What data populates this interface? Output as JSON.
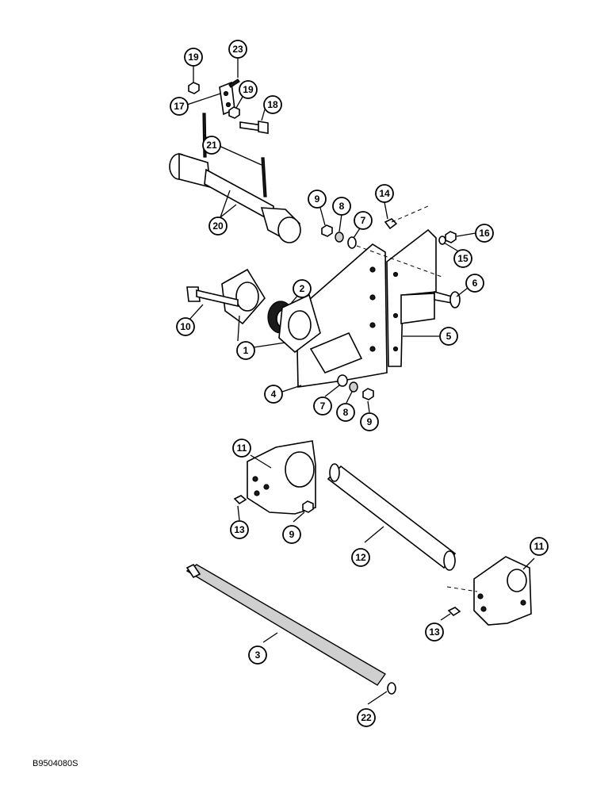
{
  "reference_code": "B9504080S",
  "callouts": [
    {
      "id": "19a",
      "label": "19"
    },
    {
      "id": "23",
      "label": "23"
    },
    {
      "id": "19b",
      "label": "19"
    },
    {
      "id": "17",
      "label": "17"
    },
    {
      "id": "18",
      "label": "18"
    },
    {
      "id": "21",
      "label": "21"
    },
    {
      "id": "20",
      "label": "20"
    },
    {
      "id": "9a",
      "label": "9"
    },
    {
      "id": "8a",
      "label": "8"
    },
    {
      "id": "7a",
      "label": "7"
    },
    {
      "id": "14",
      "label": "14"
    },
    {
      "id": "16",
      "label": "16"
    },
    {
      "id": "15",
      "label": "15"
    },
    {
      "id": "2",
      "label": "2"
    },
    {
      "id": "6",
      "label": "6"
    },
    {
      "id": "10",
      "label": "10"
    },
    {
      "id": "1",
      "label": "1"
    },
    {
      "id": "5",
      "label": "5"
    },
    {
      "id": "4",
      "label": "4"
    },
    {
      "id": "7b",
      "label": "7"
    },
    {
      "id": "8b",
      "label": "8"
    },
    {
      "id": "9b",
      "label": "9"
    },
    {
      "id": "11a",
      "label": "11"
    },
    {
      "id": "13a",
      "label": "13"
    },
    {
      "id": "9c",
      "label": "9"
    },
    {
      "id": "12",
      "label": "12"
    },
    {
      "id": "11b",
      "label": "11"
    },
    {
      "id": "13b",
      "label": "13"
    },
    {
      "id": "3",
      "label": "3"
    },
    {
      "id": "22",
      "label": "22"
    }
  ]
}
